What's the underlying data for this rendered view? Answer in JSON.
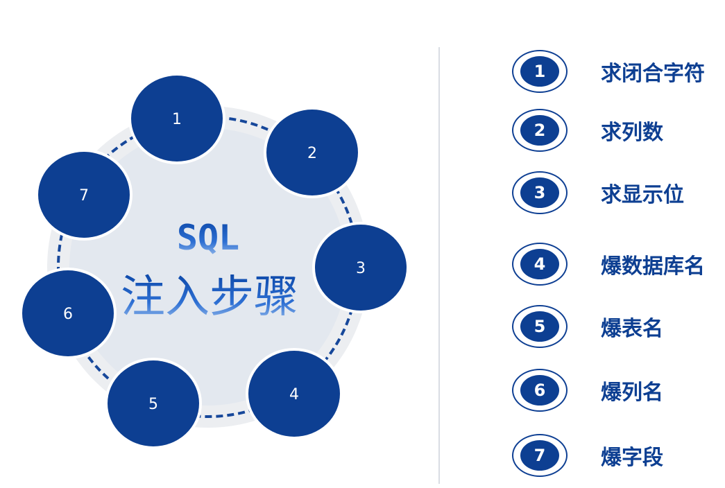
{
  "center": {
    "line1": "SQL",
    "line2": "注入步骤"
  },
  "nodes": [
    "1",
    "2",
    "3",
    "4",
    "5",
    "6",
    "7"
  ],
  "steps": [
    {
      "num": "1",
      "label": "求闭合字符"
    },
    {
      "num": "2",
      "label": "求列数"
    },
    {
      "num": "3",
      "label": "求显示位"
    },
    {
      "num": "4",
      "label": "爆数据库名"
    },
    {
      "num": "5",
      "label": "爆表名"
    },
    {
      "num": "6",
      "label": "爆列名"
    },
    {
      "num": "7",
      "label": "爆字段"
    }
  ],
  "colors": {
    "node_fill": "#0d3f92",
    "ring_bg": "#eceef1",
    "inner_fill": "#e3e8ef",
    "dash": "#16479a",
    "text_blue": "#0d3f92"
  }
}
